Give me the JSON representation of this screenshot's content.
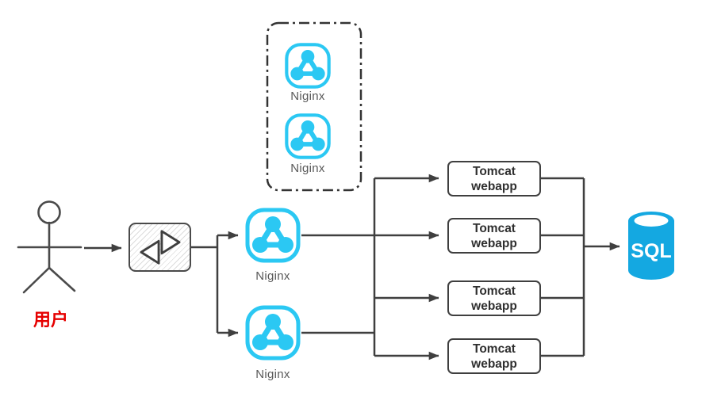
{
  "diagram": {
    "user": {
      "label": "用户"
    },
    "load_balancer": {
      "icon": "swap-arrows-icon"
    },
    "standby_group": {
      "style": "dash-dot-border",
      "nodes": [
        {
          "label": "Niginx"
        },
        {
          "label": "Niginx"
        }
      ]
    },
    "nginx_nodes": [
      {
        "label": "Niginx"
      },
      {
        "label": "Niginx"
      }
    ],
    "tomcat_nodes": [
      {
        "line1": "Tomcat",
        "line2": "webapp"
      },
      {
        "line1": "Tomcat",
        "line2": "webapp"
      },
      {
        "line1": "Tomcat",
        "line2": "webapp"
      },
      {
        "line1": "Tomcat",
        "line2": "webapp"
      }
    ],
    "database": {
      "label": "SQL"
    },
    "colors": {
      "nginx_cyan": "#2bc8f3",
      "sql_blue": "#14a8e1",
      "line_gray": "#3f3f3f",
      "user_red": "#e60000"
    }
  }
}
